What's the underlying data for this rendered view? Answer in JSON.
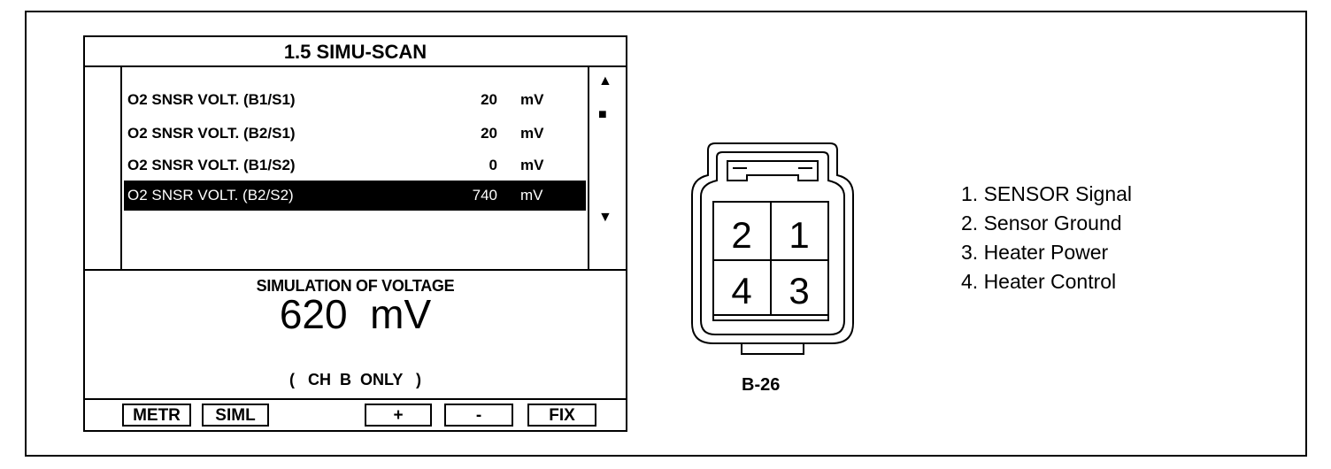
{
  "scanner": {
    "title": "1.5  SIMU-SCAN",
    "rows": [
      {
        "label": "O2 SNSR VOLT. (B1/S1)",
        "value": "20",
        "unit": "mV"
      },
      {
        "label": "O2 SNSR VOLT. (B2/S1)",
        "value": "20",
        "unit": "mV"
      },
      {
        "label": "O2 SNSR VOLT. (B1/S2)",
        "value": "0",
        "unit": "mV"
      },
      {
        "label": "O2 SNSR VOLT. (B2/S2)",
        "value": "740",
        "unit": "mV",
        "selected": true
      }
    ],
    "scroll": {
      "up": "▲",
      "thumb": "■",
      "down": "▼"
    },
    "simulation_label": "SIMULATION OF VOLTAGE",
    "simulation_value": "620  mV",
    "channel_note": "(   CH  B  ONLY   )",
    "buttons": {
      "metr": "METR",
      "siml": "SIML",
      "plus": "+",
      "minus": "-",
      "fix": "FIX"
    }
  },
  "connector": {
    "caption": "B-26",
    "pins": {
      "top_left": "2",
      "top_right": "1",
      "bottom_left": "4",
      "bottom_right": "3"
    }
  },
  "legend": [
    "1. SENSOR Signal",
    "2. Sensor Ground",
    "3. Heater Power",
    "4. Heater Control"
  ]
}
